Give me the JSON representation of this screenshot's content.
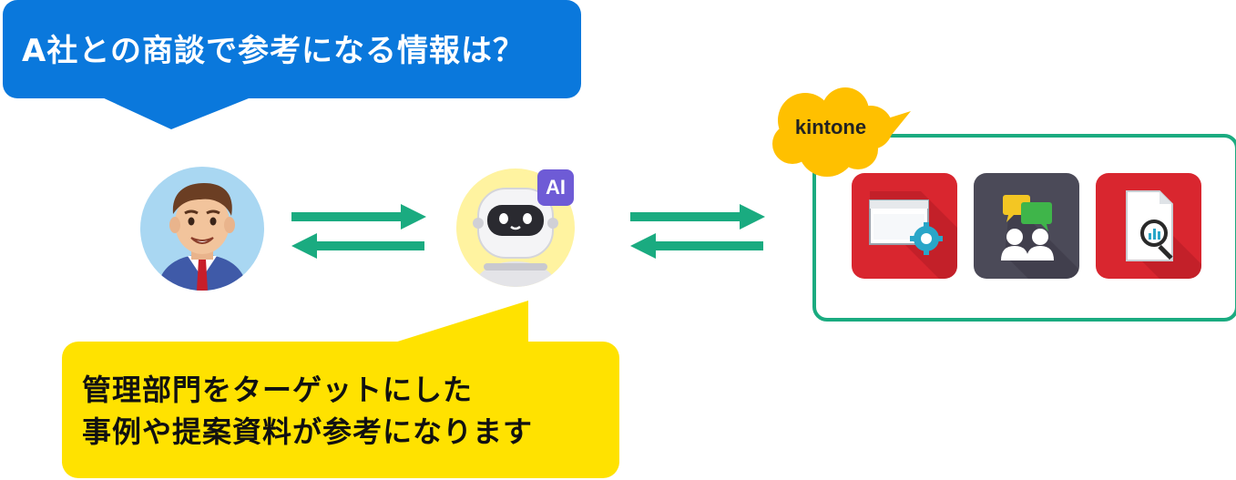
{
  "question_bubble": {
    "text": "A社との商談で参考になる情報は？"
  },
  "answer_bubble": {
    "lines": [
      "管理部門をターゲットにした",
      "事例や提案資料が参考になります"
    ]
  },
  "ai_badge": {
    "label": "AI"
  },
  "kintone": {
    "label": "kintone"
  },
  "apps": [
    {
      "icon": "settings-window-icon",
      "color": "#d9262f"
    },
    {
      "icon": "discussion-people-icon",
      "color": "#4b4a58"
    },
    {
      "icon": "document-search-icon",
      "color": "#d9262f"
    }
  ],
  "colors": {
    "question_bubble": "#0a78dc",
    "answer_bubble": "#ffe200",
    "arrows": "#1aab80",
    "kintone_cloud": "#ffc000"
  }
}
